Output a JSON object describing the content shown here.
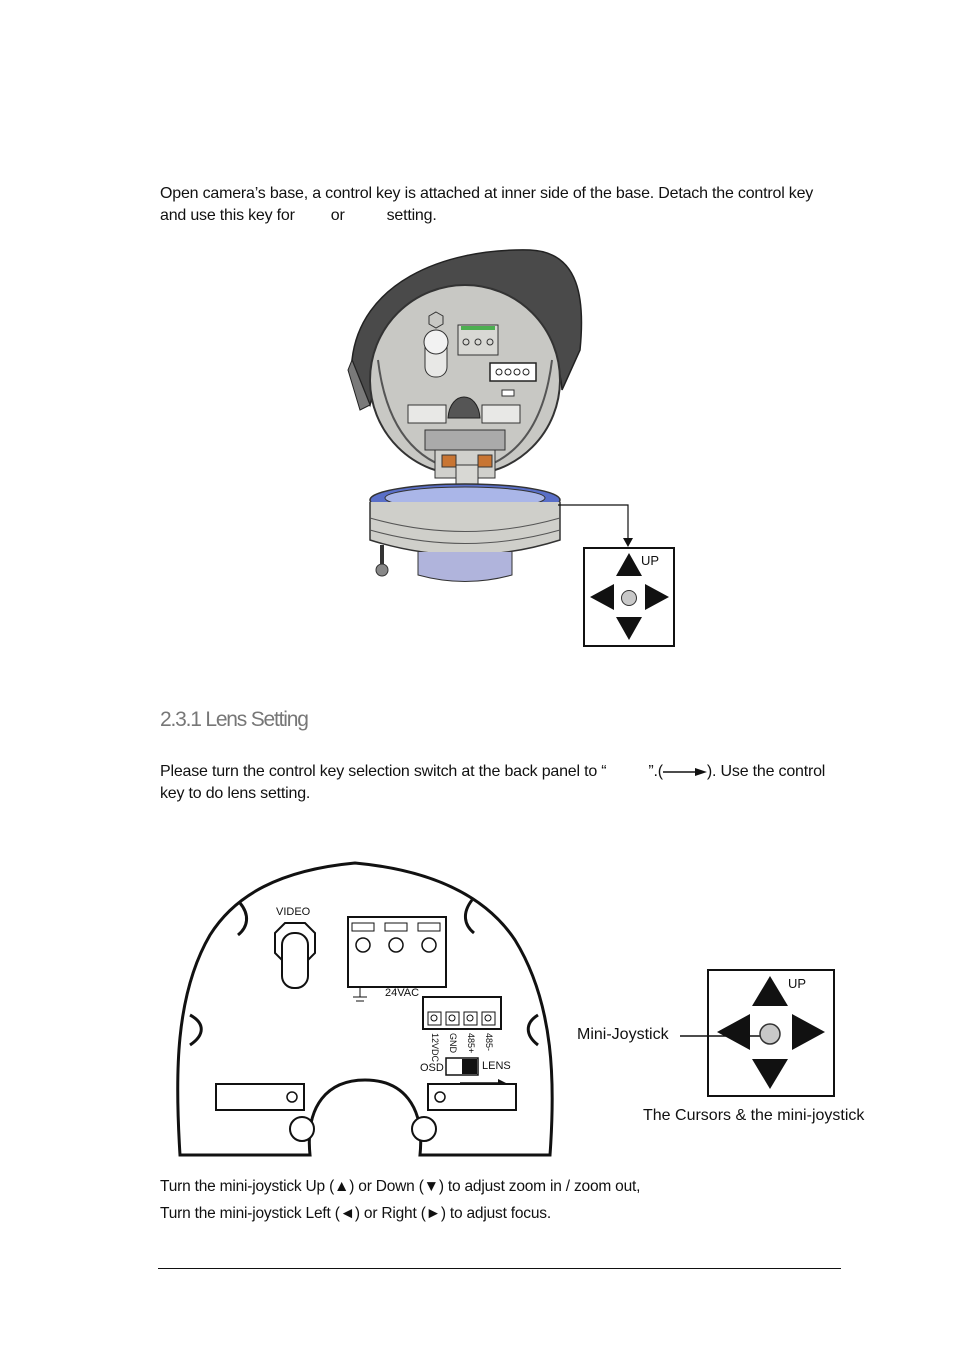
{
  "intro": {
    "line1": "Open camera’s base, a control key is attached at inner side of the base. Detach the control key",
    "line2_a": "and use this key for",
    "line2_b": "or",
    "line2_c": "setting."
  },
  "figure1": {
    "up_label": "UP"
  },
  "section": {
    "heading": "2.3.1 Lens Setting",
    "para_a": "Please turn the control key selection switch at the back panel to “",
    "para_b": "”.(",
    "para_c": "). Use the control",
    "para_line2": "key to do lens setting."
  },
  "panel": {
    "video": "VIDEO",
    "power": "24VAC",
    "pins": [
      "12VDC",
      "GND",
      "485+",
      "485-"
    ],
    "osd": "OSD",
    "lens": "LENS"
  },
  "joystick": {
    "up_label": "UP",
    "mini_label": "Mini-Joystick",
    "caption": "The Cursors & the mini-joystick"
  },
  "instructions": {
    "line1_a": "Turn the mini-joystick Up (",
    "line1_b": ") or Down (",
    "line1_c": ") to adjust zoom in / zoom out,",
    "line2_a": "Turn the mini-joystick Left (",
    "line2_b": ") or Right (",
    "line2_c": ") to adjust focus."
  },
  "icons": {
    "up": "▲",
    "down": "▼",
    "left": "◄",
    "right": "►"
  }
}
